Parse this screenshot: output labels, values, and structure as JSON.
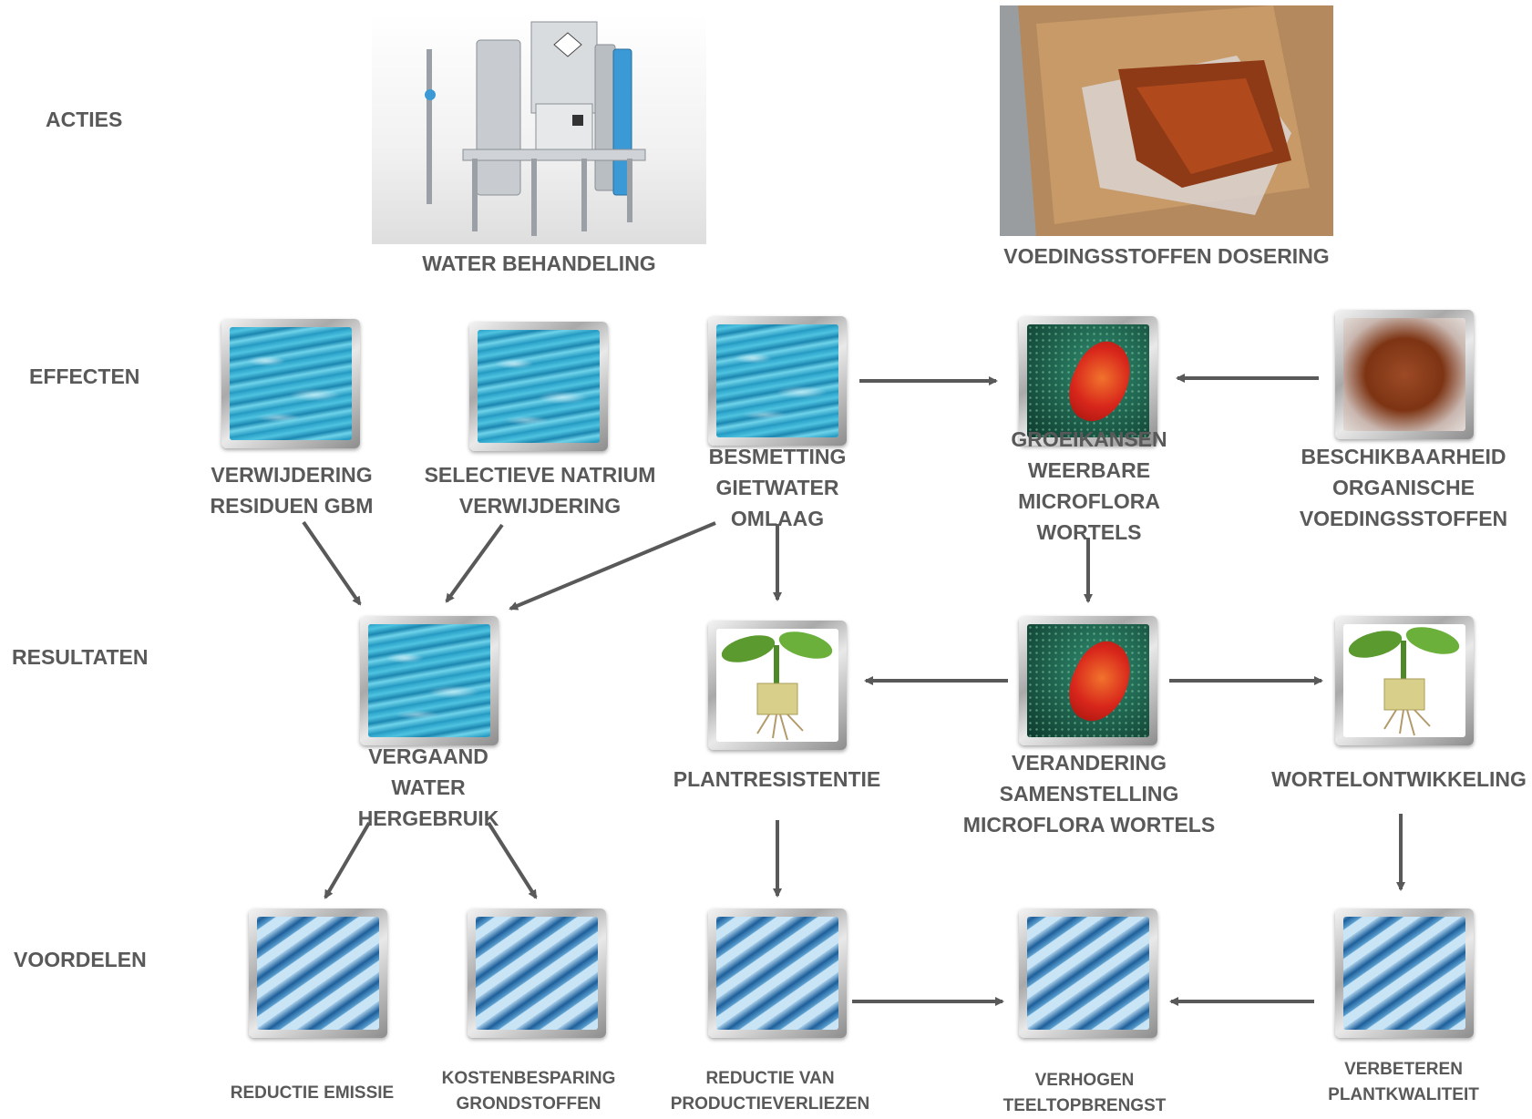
{
  "rows": {
    "acties": "ACTIES",
    "effecten": "EFFECTEN",
    "resultaten": "RESULTATEN",
    "voordelen": "VOORDELEN"
  },
  "acties": {
    "water": "WATER BEHANDELING",
    "dosering": "VOEDINGSSTOFFEN DOSERING"
  },
  "effecten": {
    "e1": [
      "VERWIJDERING",
      "RESIDUEN GBM"
    ],
    "e2": [
      "SELECTIEVE NATRIUM",
      "VERWIJDERING"
    ],
    "e3": [
      "BESMETTING",
      "GIETWATER",
      "OMLAAG"
    ],
    "e4": [
      "GROEIKANSEN",
      "WEERBARE",
      "MICROFLORA",
      "WORTELS"
    ],
    "e5": [
      "BESCHIKBAARHEID",
      "ORGANISCHE",
      "VOEDINGSSTOFFEN"
    ]
  },
  "resultaten": {
    "r1": [
      "VERGAAND",
      "WATER",
      "HERGEBRUIK"
    ],
    "r2": "PLANTRESISTENTIE",
    "r3": [
      "VERANDERING",
      "SAMENSTELLING",
      "MICROFLORA WORTELS"
    ],
    "r4": "WORTELONTWIKKELING"
  },
  "voordelen": {
    "v1": "REDUCTIE EMISSIE",
    "v2": [
      "KOSTENBESPARING",
      "GRONDSTOFFEN"
    ],
    "v3": [
      "REDUCTIE VAN",
      "PRODUCTIEVERLIEZEN"
    ],
    "v4": [
      "VERHOGEN",
      "TEELTOPBRENGST"
    ],
    "v5": [
      "VERBETEREN",
      "PLANTKWALITEIT"
    ]
  },
  "colors": {
    "arrow": "#595959",
    "label": "#595959"
  }
}
